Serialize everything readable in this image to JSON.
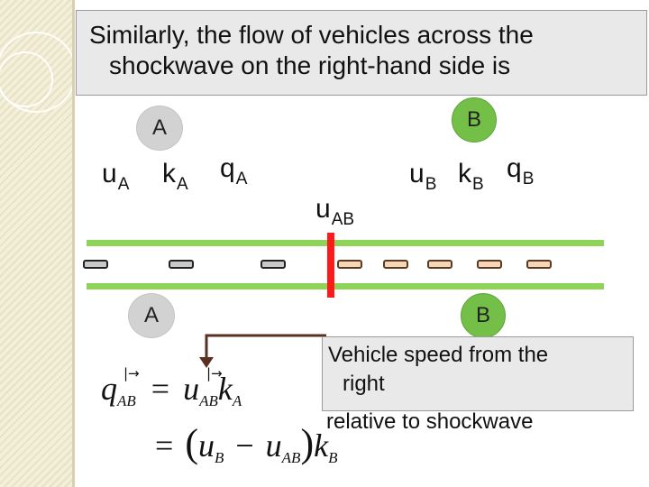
{
  "slide": {
    "title_line1": "Similarly, the flow of vehicles across the",
    "title_line2": "shockwave on the right-hand side is"
  },
  "regions": {
    "top_a": "A",
    "top_b": "B",
    "bottom_a": "A",
    "bottom_b": "B"
  },
  "variables": {
    "uA": {
      "base": "u",
      "sub": "A"
    },
    "kA": {
      "base": "k",
      "sub": "A"
    },
    "qA": {
      "base": "q",
      "sub": "A"
    },
    "uAB": {
      "base": "u",
      "sub": "AB"
    },
    "uB": {
      "base": "u",
      "sub": "B"
    },
    "kB": {
      "base": "k",
      "sub": "B"
    },
    "qB": {
      "base": "q",
      "sub": "B"
    }
  },
  "note": {
    "line1": "Vehicle speed from the",
    "line2": "right",
    "line3": "relative to shockwave"
  },
  "equation": {
    "q": "q",
    "q_sub": "AB",
    "equals": "=",
    "u": "u",
    "u_sub": "AB",
    "k": "k",
    "k_sub": "A",
    "open_paren": "(",
    "uB": "u",
    "uB_sub": "B",
    "minus": "−",
    "uAB": "u",
    "uAB_sub": "AB",
    "close_paren": ")",
    "kB": "k",
    "kB_sub": "B",
    "arrow": "|→"
  },
  "colors": {
    "lane": "#8ed456",
    "shockwave": "#ff1a1a",
    "region_b": "#73bf48",
    "region_a": "#d2d2d2",
    "annotation_arrow": "#5a3020"
  }
}
